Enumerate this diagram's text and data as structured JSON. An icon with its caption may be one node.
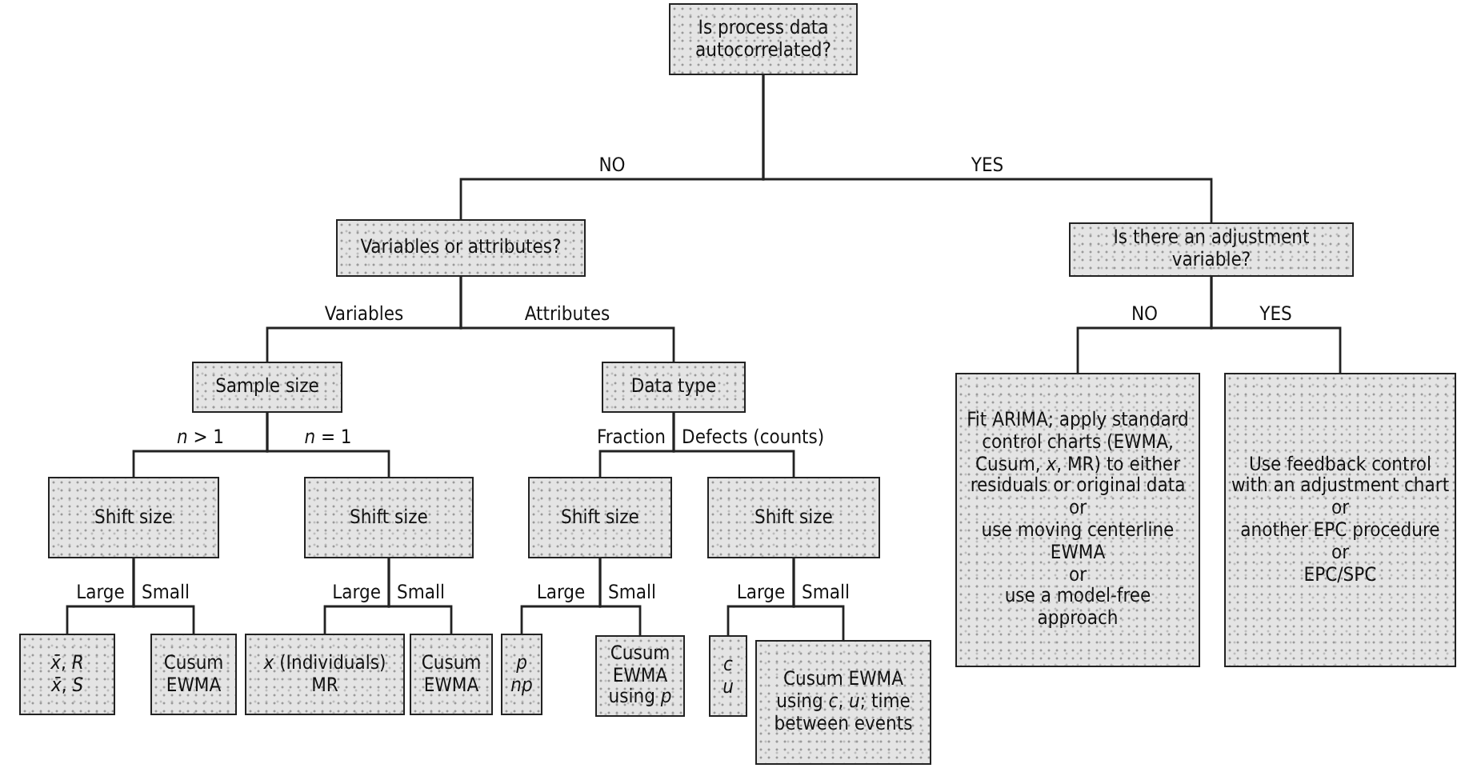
{
  "diagram": {
    "nodes": [
      {
        "text": [
          "Is process data autocorrelated?"
        ]
      },
      {
        "text": [
          "Variables or attributes?"
        ]
      },
      {
        "text": [
          "Is there an adjustment variable?"
        ]
      },
      {
        "text": [
          "Sample size"
        ]
      },
      {
        "text": [
          "Data type"
        ]
      },
      {
        "text": [
          "Fit ARIMA; apply standard control charts (EWMA, Cusum, *x*, MR) to either residuals or original data",
          "or",
          "use moving centerline EWMA",
          "or",
          "use a model-free approach"
        ]
      },
      {
        "text": [
          "Use feedback control with an adjustment chart",
          "or",
          "another EPC procedure",
          "or",
          "EPC/SPC"
        ]
      },
      {
        "text": [
          "Shift size"
        ]
      },
      {
        "text": [
          "Shift size"
        ]
      },
      {
        "text": [
          "Shift size"
        ]
      },
      {
        "text": [
          "Shift size"
        ]
      },
      {
        "text": [
          "*x̄*, *R*",
          "*x̄*, *S*"
        ]
      },
      {
        "text": [
          "Cusum EWMA"
        ]
      },
      {
        "text": [
          "*x* (Individuals) MR"
        ]
      },
      {
        "text": [
          "Cusum EWMA"
        ]
      },
      {
        "text": [
          "*p*",
          "*np*"
        ]
      },
      {
        "text": [
          "Cusum EWMA using *p*"
        ]
      },
      {
        "text": [
          "*c*",
          "*u*"
        ]
      },
      {
        "text": [
          "Cusum EWMA using *c*, *u*; time between events"
        ]
      }
    ],
    "edges": [
      {
        "from": 0,
        "to": 1,
        "arrow": "none",
        "label": "NO"
      },
      {
        "from": 0,
        "to": 2,
        "arrow": "none",
        "label": "YES"
      },
      {
        "from": 1,
        "to": 3,
        "arrow": "none",
        "label": "Variables"
      },
      {
        "from": 1,
        "to": 4,
        "arrow": "none",
        "label": "Attributes"
      },
      {
        "from": 2,
        "to": 5,
        "arrow": "none",
        "label": "NO"
      },
      {
        "from": 2,
        "to": 6,
        "arrow": "none",
        "label": "YES"
      },
      {
        "from": 3,
        "to": 7,
        "arrow": "none",
        "label": "*n* > 1"
      },
      {
        "from": 3,
        "to": 8,
        "arrow": "none",
        "label": "*n* = 1"
      },
      {
        "from": 4,
        "to": 9,
        "arrow": "none",
        "label": "Fraction"
      },
      {
        "from": 4,
        "to": 10,
        "arrow": "none",
        "label": "Defects (counts)"
      },
      {
        "from": 7,
        "to": 11,
        "arrow": "none",
        "label": "Large"
      },
      {
        "from": 7,
        "to": 12,
        "arrow": "none",
        "label": "Small"
      },
      {
        "from": 8,
        "to": 13,
        "arrow": "none",
        "label": "Large"
      },
      {
        "from": 8,
        "to": 14,
        "arrow": "none",
        "label": "Small"
      },
      {
        "from": 9,
        "to": 15,
        "arrow": "none",
        "label": "Large"
      },
      {
        "from": 9,
        "to": 16,
        "arrow": "none",
        "label": "Small"
      },
      {
        "from": 10,
        "to": 17,
        "arrow": "none",
        "label": "Large"
      },
      {
        "from": 10,
        "to": 18,
        "arrow": "none",
        "label": "Small"
      }
    ]
  }
}
